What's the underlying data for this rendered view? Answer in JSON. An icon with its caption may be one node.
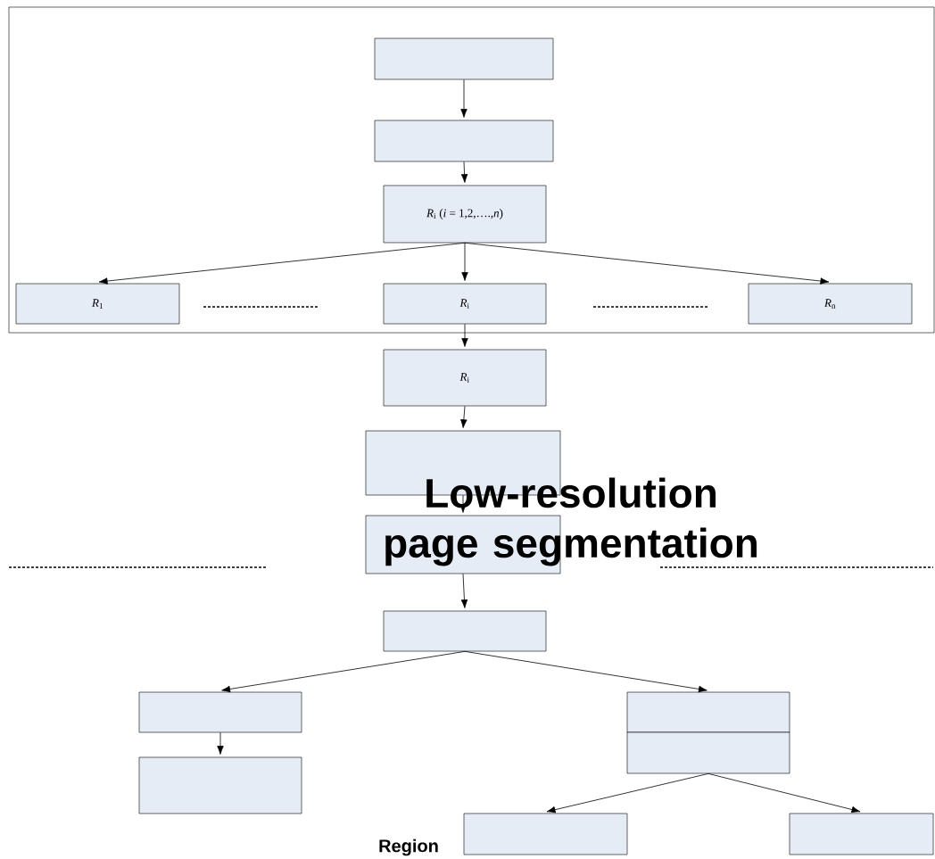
{
  "diagram": {
    "nodes": [
      {
        "text": [],
        "shape": "box"
      },
      {
        "text": [],
        "shape": "box",
        "in": 0
      },
      {
        "text": [],
        "shape": "box",
        "in": 0
      },
      {
        "text": [
          "*R*$_{i}$ (*i* = 1,2,….,*n*)"
        ],
        "in": 0
      },
      {
        "text": [
          "*R*$_{1}$"
        ],
        "in": 0
      },
      {
        "text": [
          "*R*$_{i}$"
        ],
        "in": 0
      },
      {
        "text": [
          "*R*$_{n}$"
        ],
        "in": 0
      },
      {
        "text": [
          "*R*$_{i}$"
        ]
      },
      {
        "text": [],
        "shape": "box"
      },
      {
        "text": [],
        "shape": "box"
      },
      {
        "text": [],
        "shape": "box"
      },
      {
        "text": [],
        "shape": "box"
      },
      {
        "text": [],
        "shape": "box"
      },
      {
        "text": [],
        "shape": "box"
      },
      {
        "text": [],
        "shape": "box"
      },
      {
        "text": [],
        "shape": "box"
      },
      {
        "text": [],
        "shape": "box"
      }
    ],
    "edges": [
      {
        "from": 1,
        "to": 2,
        "arrow": "to"
      },
      {
        "from": 2,
        "to": 3,
        "arrow": "to"
      },
      {
        "from": 3,
        "to": 4,
        "arrow": "to"
      },
      {
        "from": 3,
        "to": 5,
        "arrow": "to"
      },
      {
        "from": 3,
        "to": 6,
        "arrow": "to"
      },
      {
        "from": 5,
        "to": 7,
        "arrow": "to"
      },
      {
        "from": 7,
        "to": 8,
        "arrow": "to"
      },
      {
        "from": 8,
        "to": 9,
        "arrow": "to"
      },
      {
        "from": 9,
        "to": 10,
        "arrow": "to"
      },
      {
        "from": 10,
        "to": 11,
        "arrow": "to"
      },
      {
        "from": 10,
        "to": 13,
        "arrow": "to"
      },
      {
        "from": 11,
        "to": 12,
        "arrow": "to"
      },
      {
        "from": 14,
        "to": 15,
        "arrow": "to"
      },
      {
        "from": 14,
        "to": 16,
        "arrow": "to"
      }
    ],
    "labels": [
      "Low-resolution page segmentation",
      "Region"
    ]
  }
}
